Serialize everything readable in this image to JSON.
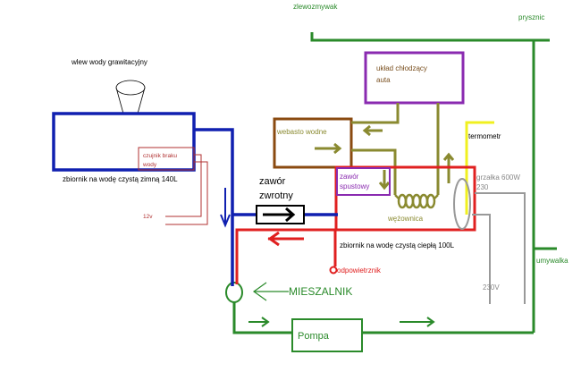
{
  "labels": {
    "sink": "zlewozmywak",
    "shower": "prysznic",
    "washbasin": "umywalka",
    "cooling": "układ chłodzący",
    "cooling2": "auta",
    "webasto": "webasto wodne",
    "thermometer": "termometr",
    "funnel": "wlew wody grawitacyjny",
    "sensor1": "czujnik braku",
    "sensor2": "wody",
    "cold_tank": "zbiornik na wodę czystą zimną 140L",
    "voltage12": "12v",
    "valve1": "zawór",
    "valve2": "zwrotny",
    "drain1": "zawór",
    "drain2": "spustowy",
    "coil": "wężownica",
    "heater1": "grzałka 600W",
    "heater2": "230",
    "voltage230": "230V",
    "hot_tank": "zbiornik na wodę czystą ciepłą 100L",
    "vent": "odpowietrznik",
    "mixer": "MIESZALNIK",
    "pump": "Pompa"
  },
  "colors": {
    "cold": "#1020b0",
    "hot": "#e02020",
    "outlet": "#2a8a2a",
    "coolant": "#8a8a30",
    "cooling_box": "#8a2ab0",
    "webasto": "#8a4a10",
    "thermo": "#f0f020",
    "electric": "#999999",
    "sensor": "#b03030"
  }
}
